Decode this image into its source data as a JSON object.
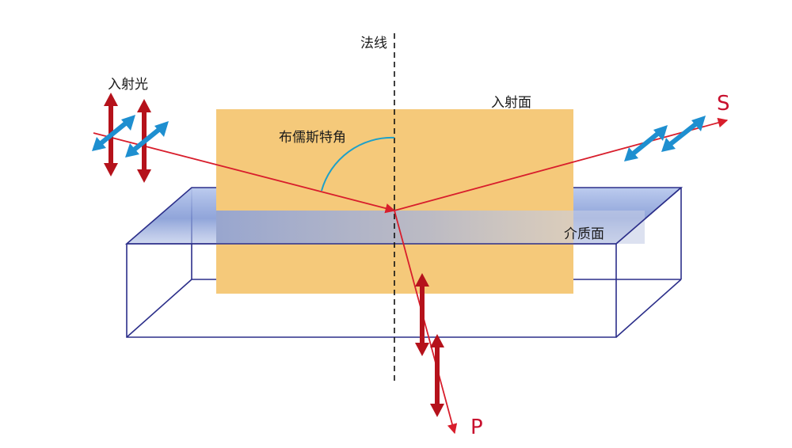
{
  "labels": {
    "normal": "法线",
    "incident_light": "入射光",
    "plane_of_incidence": "入射面",
    "brewster_angle": "布儒斯特角",
    "interface": "介质面",
    "s": "S",
    "p": "P"
  },
  "colors": {
    "incidence_plane": "#f5c97a",
    "medium_edge": "#2c2f8a",
    "medium_top": "#9fb3e0",
    "ray": "#d81e2c",
    "p_arrow": "#b5121b",
    "s_arrow": "#1e8fd0",
    "angle_arc": "#1ea0c8"
  }
}
